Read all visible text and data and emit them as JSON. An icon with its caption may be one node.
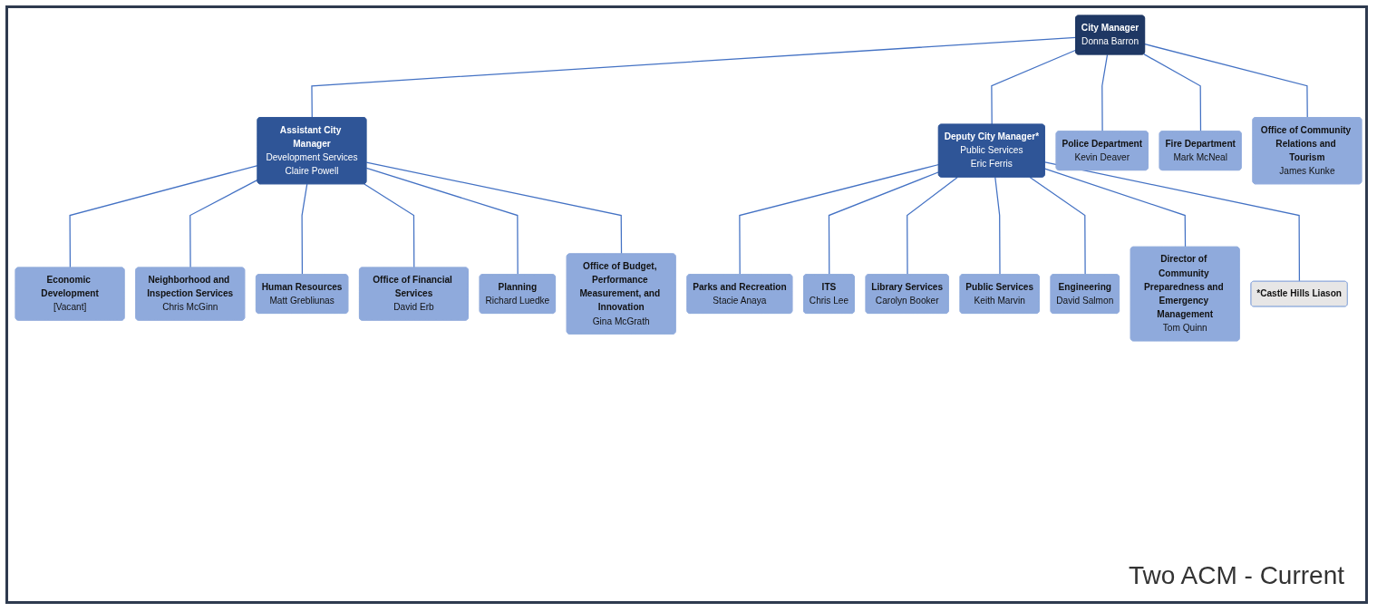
{
  "diagram": {
    "nodes": [
      {
        "text": [
          "City Manager",
          "Donna Barron"
        ]
      },
      {
        "text": [
          "Assistant City Manager",
          "Development Services",
          "Claire Powell"
        ]
      },
      {
        "text": [
          "Deputy City Manager*",
          "Public Services",
          "Eric Ferris"
        ]
      },
      {
        "text": [
          "Economic Development",
          "[Vacant]"
        ]
      },
      {
        "text": [
          "Neighborhood and Inspection Services",
          "Chris McGinn"
        ]
      },
      {
        "text": [
          "Human Resources",
          "Matt Grebliunas"
        ]
      },
      {
        "text": [
          "Office of Financial Services",
          "David Erb"
        ]
      },
      {
        "text": [
          "Planning",
          "Richard Luedke"
        ]
      },
      {
        "text": [
          "Office of Budget, Performance Measurement, and Innovation",
          "Gina McGrath"
        ]
      },
      {
        "text": [
          "Parks and Recreation",
          "Stacie Anaya"
        ]
      },
      {
        "text": [
          "ITS",
          "Chris Lee"
        ]
      },
      {
        "text": [
          "Library Services",
          "Carolyn Booker"
        ]
      },
      {
        "text": [
          "Public Services",
          "Keith Marvin"
        ]
      },
      {
        "text": [
          "Engineering",
          "David Salmon"
        ]
      },
      {
        "text": [
          "Director of Community Preparedness and Emergency Management",
          "Tom Quinn"
        ]
      },
      {
        "text": [
          "*Castle Hills Liason"
        ]
      },
      {
        "text": [
          "Police Department",
          "Kevin Deaver"
        ]
      },
      {
        "text": [
          "Fire Department",
          "Mark McNeal"
        ]
      },
      {
        "text": [
          "Office of Community Relations and Tourism",
          "James Kunke"
        ]
      }
    ],
    "edges": [
      {
        "from": 0,
        "to": 1,
        "arrow": "none"
      },
      {
        "from": 0,
        "to": 2,
        "arrow": "none"
      },
      {
        "from": 0,
        "to": 16,
        "arrow": "none"
      },
      {
        "from": 0,
        "to": 17,
        "arrow": "none"
      },
      {
        "from": 0,
        "to": 18,
        "arrow": "none"
      },
      {
        "from": 1,
        "to": 3,
        "arrow": "none"
      },
      {
        "from": 1,
        "to": 4,
        "arrow": "none"
      },
      {
        "from": 1,
        "to": 5,
        "arrow": "none"
      },
      {
        "from": 1,
        "to": 6,
        "arrow": "none"
      },
      {
        "from": 1,
        "to": 7,
        "arrow": "none"
      },
      {
        "from": 1,
        "to": 8,
        "arrow": "none"
      },
      {
        "from": 2,
        "to": 9,
        "arrow": "none"
      },
      {
        "from": 2,
        "to": 10,
        "arrow": "none"
      },
      {
        "from": 2,
        "to": 11,
        "arrow": "none"
      },
      {
        "from": 2,
        "to": 12,
        "arrow": "none"
      },
      {
        "from": 2,
        "to": 13,
        "arrow": "none"
      },
      {
        "from": 2,
        "to": 14,
        "arrow": "none"
      },
      {
        "from": 2,
        "to": 15,
        "arrow": "none"
      }
    ],
    "labels": [
      "Two ACM - Current"
    ]
  }
}
